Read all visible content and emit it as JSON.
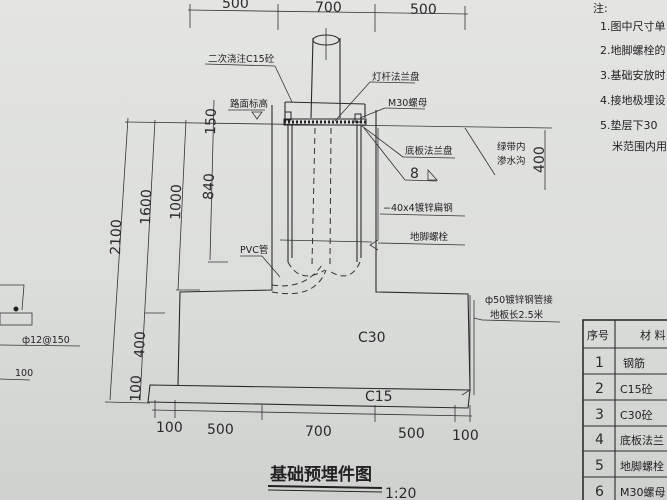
{
  "drawing": {
    "title": "基础预埋件图",
    "scale": "1:20",
    "top_dims": [
      "500",
      "700",
      "500"
    ],
    "bottom_dims": [
      "100",
      "500",
      "700",
      "500",
      "100"
    ],
    "left_dims": {
      "d2100": "2100",
      "d1600": "1600",
      "d1000": "1000",
      "d840": "840",
      "d150": "150",
      "d400": "400",
      "d100": "100"
    },
    "right_dim": "400",
    "labels": {
      "secondary_pour": "二次浇注C15砼",
      "pole_flange": "灯杆法兰盘",
      "nut": "M30螺母",
      "road_level": "路面标高",
      "base_flange": "底板法兰盘",
      "weld": "8",
      "flat_steel": "−40x4镀锌扁钢",
      "anchor_bolt": "地脚螺栓",
      "pvc": "PVC管",
      "drain_1": "绿带内",
      "drain_2": "渗水沟",
      "pipe_1": "ф50镀锌钢管接",
      "pipe_2": "地板长2.5米",
      "c30": "C30",
      "c15": "C15"
    },
    "left_detail": {
      "rebar": "ф12@150",
      "dim": "100"
    }
  },
  "notes": {
    "heading": "注:",
    "items": [
      "1.图中尺寸单",
      "2.地脚螺栓的",
      "3.基础安放时",
      "4.接地极埋设",
      "5.垫层下30",
      "米范围内用"
    ]
  },
  "materials_table": {
    "headers": [
      "序号",
      "材 料"
    ],
    "rows": [
      [
        "1",
        "钢筋"
      ],
      [
        "2",
        "C15砼"
      ],
      [
        "3",
        "C30砼"
      ],
      [
        "4",
        "底板法兰"
      ],
      [
        "5",
        "地脚螺栓"
      ],
      [
        "6",
        "M30螺母"
      ]
    ]
  }
}
